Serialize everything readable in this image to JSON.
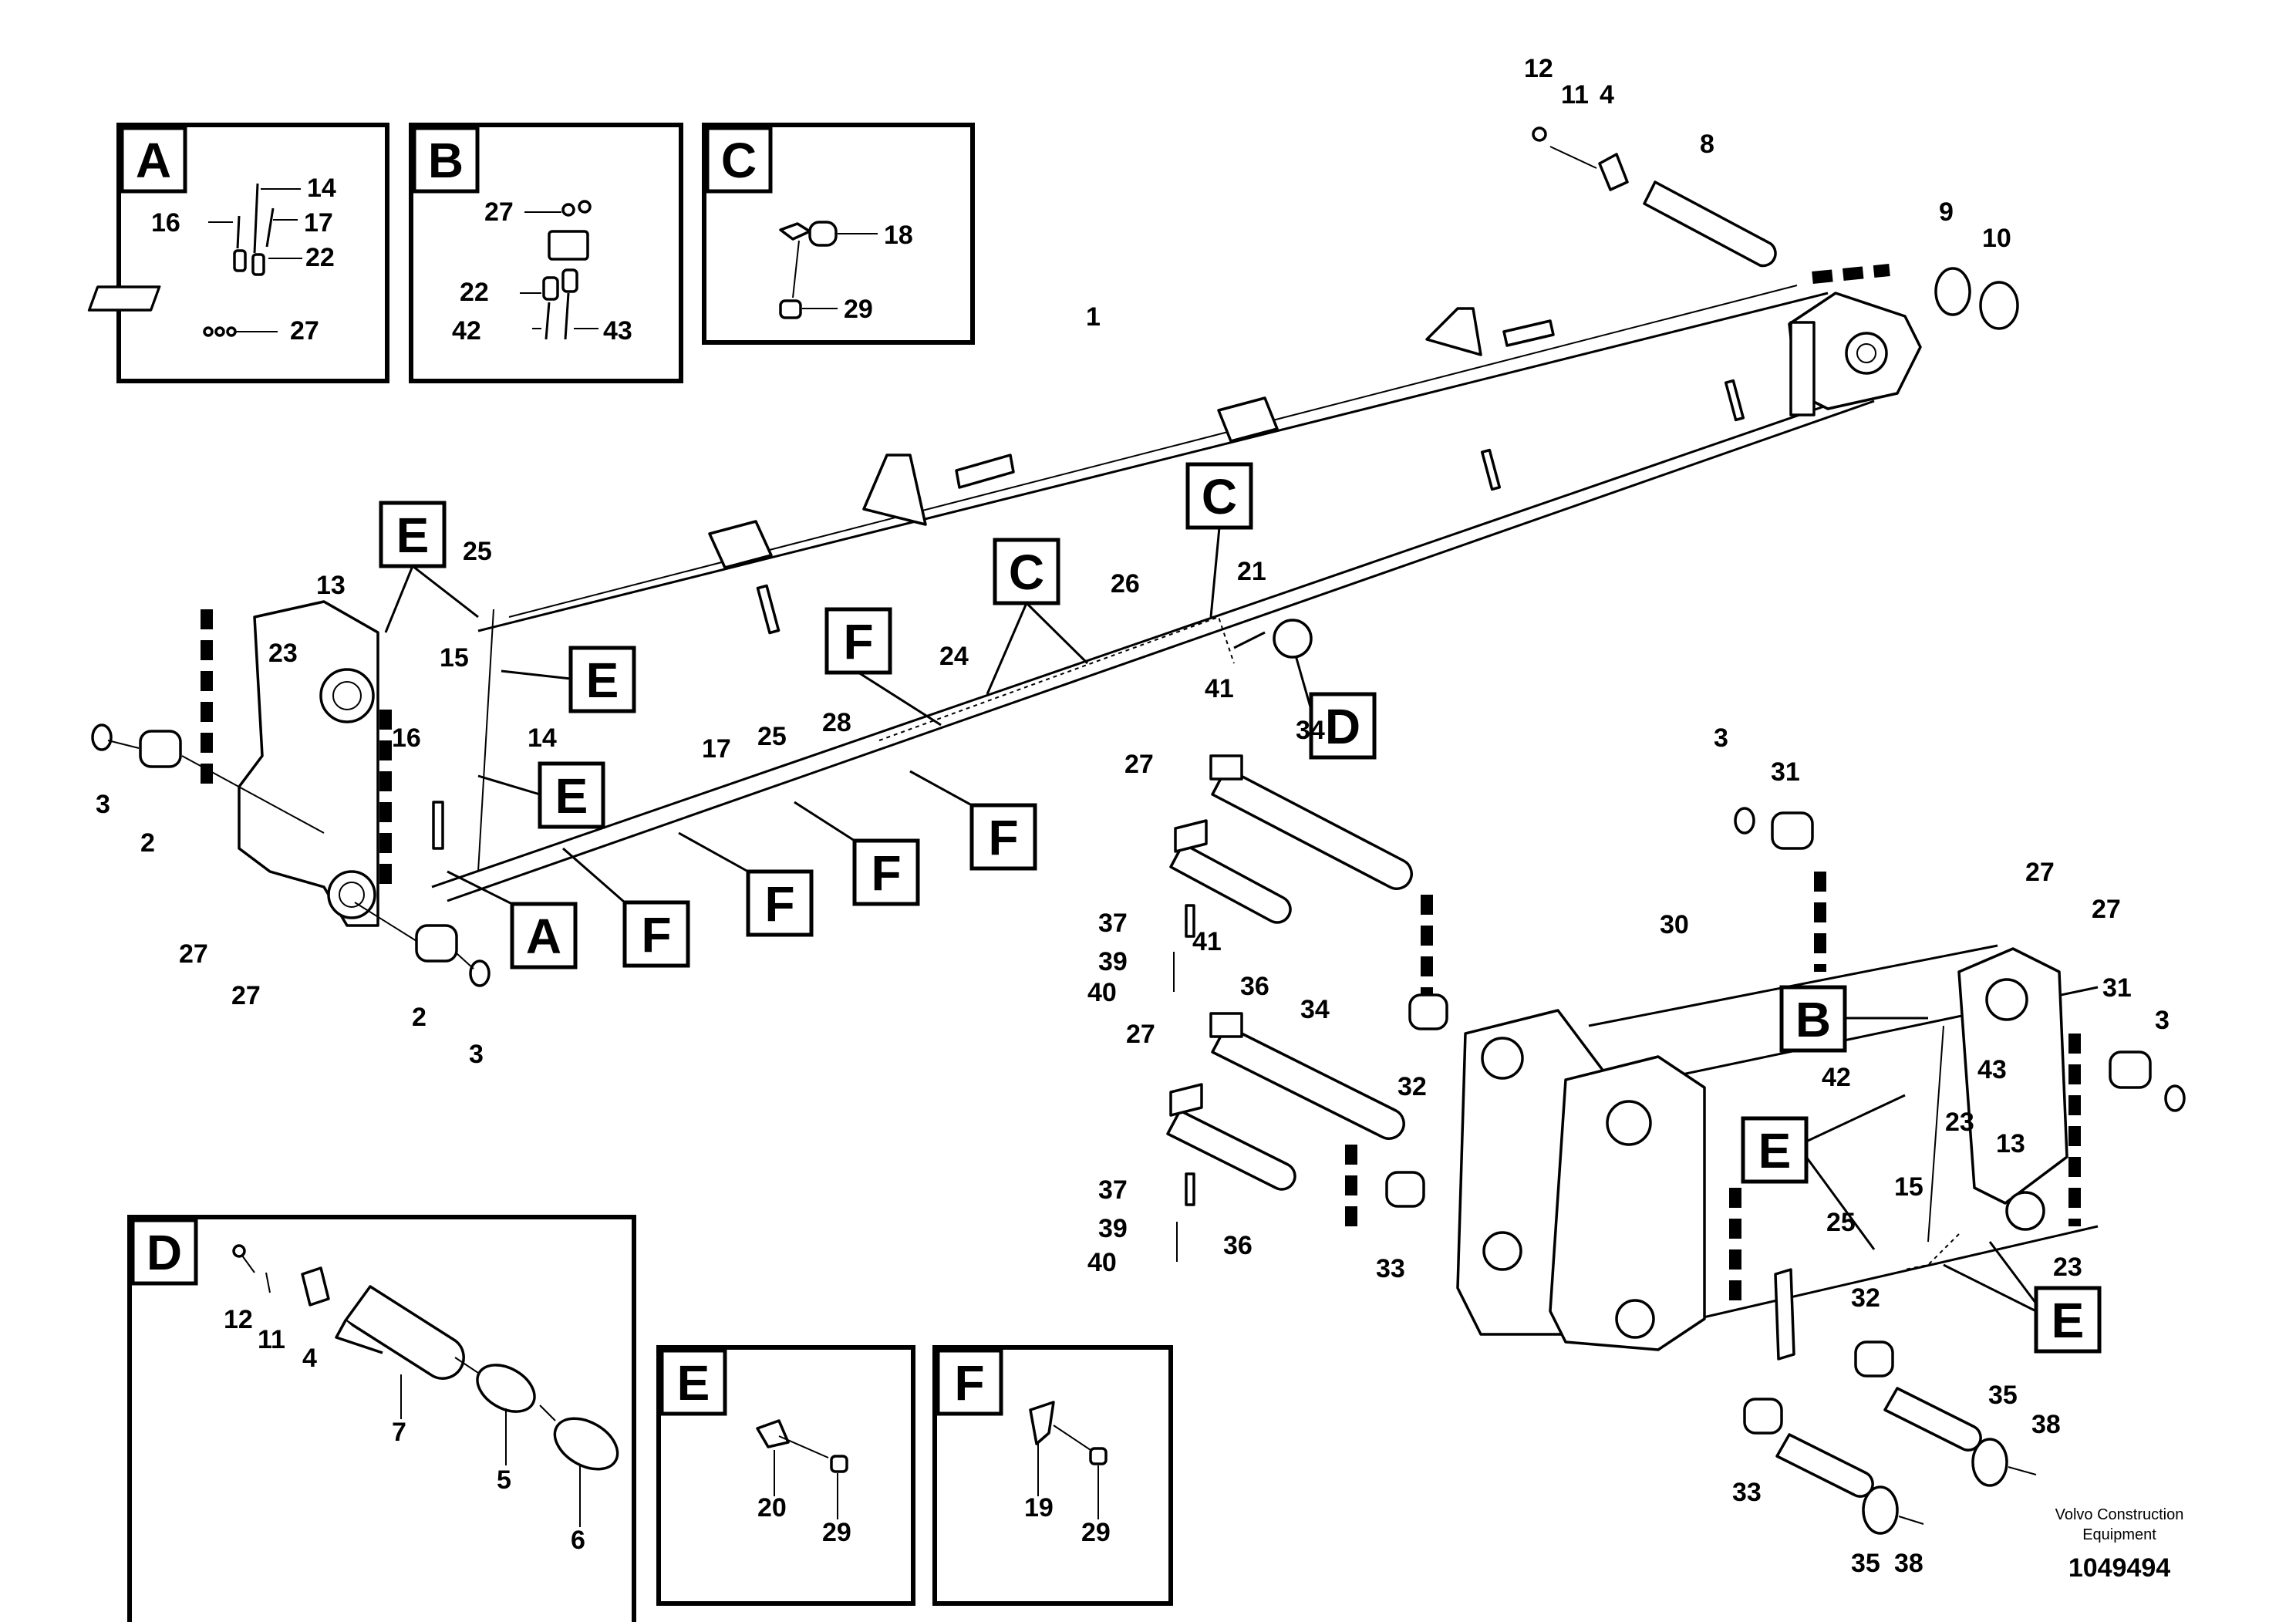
{
  "panels": {
    "A": {
      "letter": "A",
      "labels": [
        "14",
        "16",
        "17",
        "22",
        "27"
      ]
    },
    "B": {
      "letter": "B",
      "labels": [
        "27",
        "22",
        "42",
        "43"
      ]
    },
    "C": {
      "letter": "C",
      "labels": [
        "18",
        "29"
      ]
    },
    "D": {
      "letter": "D",
      "labels": [
        "12",
        "11",
        "4",
        "7",
        "5",
        "6"
      ]
    },
    "E": {
      "letter": "E",
      "labels": [
        "20",
        "29"
      ]
    },
    "F": {
      "letter": "F",
      "labels": [
        "19",
        "29"
      ]
    }
  },
  "detail_markers": {
    "E": "E",
    "C": "C",
    "F": "F",
    "A": "A",
    "D": "D",
    "B": "B"
  },
  "main_callouts": [
    "12",
    "11",
    "4",
    "8",
    "9",
    "10",
    "1",
    "13",
    "25",
    "23",
    "15",
    "16",
    "14",
    "3",
    "2",
    "27",
    "27",
    "2",
    "3",
    "17",
    "25",
    "28",
    "24",
    "26",
    "21",
    "41",
    "34",
    "27",
    "37",
    "39",
    "40",
    "41",
    "36",
    "34",
    "27",
    "37",
    "39",
    "40",
    "36",
    "32",
    "33",
    "3",
    "31",
    "27",
    "27",
    "30",
    "31",
    "3",
    "43",
    "42",
    "23",
    "13",
    "15",
    "25",
    "23",
    "32",
    "35",
    "38",
    "33",
    "35",
    "38"
  ],
  "footer": {
    "brand_line1": "Volvo Construction",
    "brand_line2": "Equipment",
    "drawing_number": "1049494"
  }
}
